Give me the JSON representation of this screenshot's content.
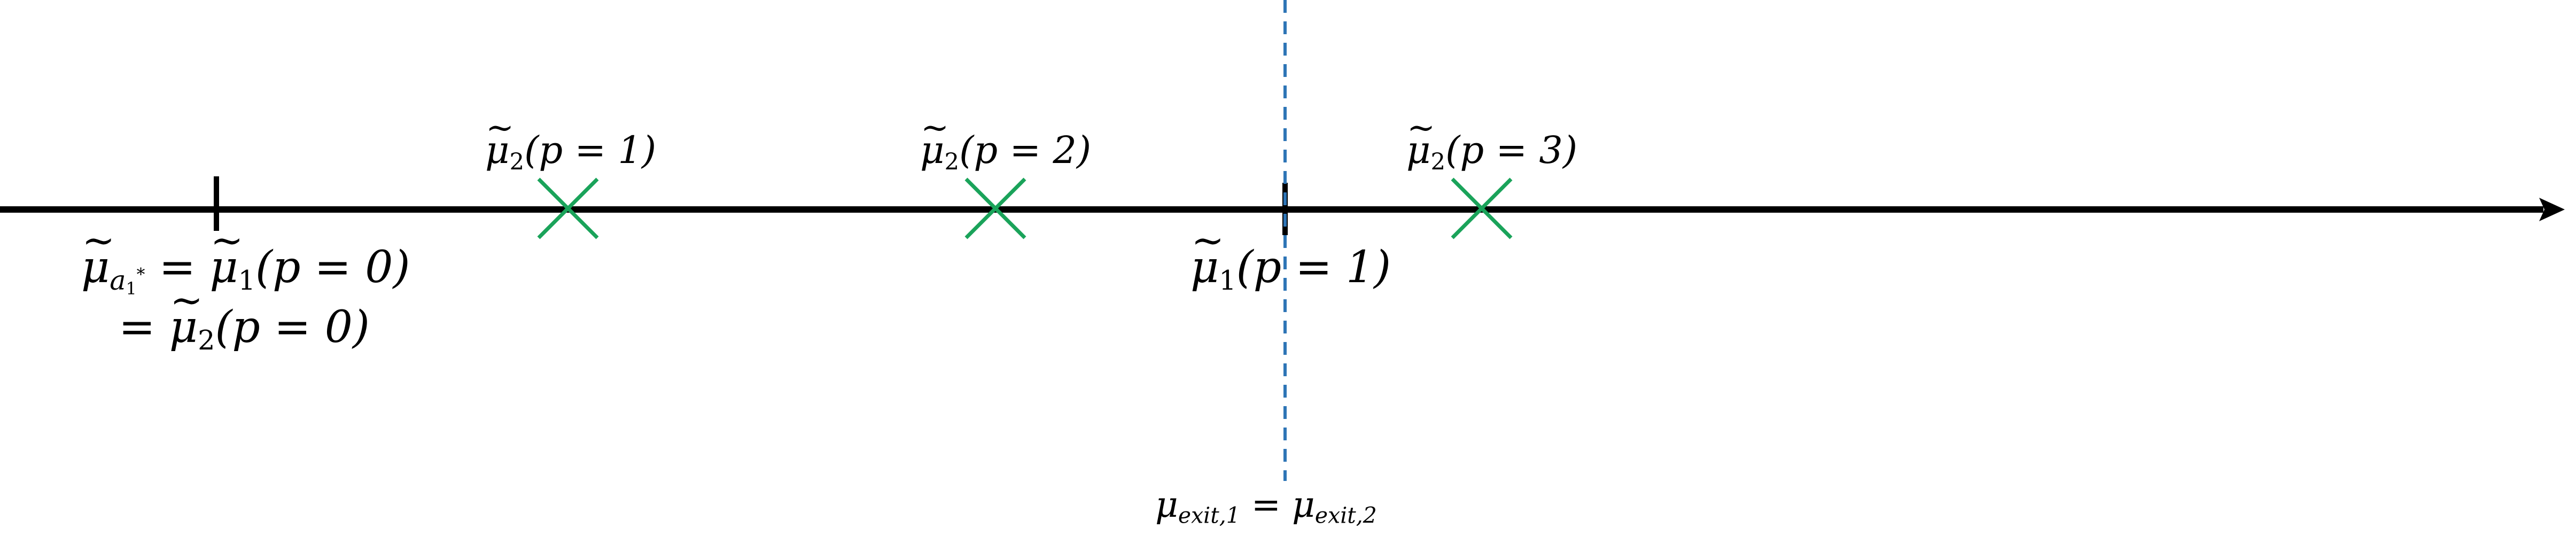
{
  "diagram": {
    "axis_color": "#000000",
    "marker_color": "#1aa35a",
    "exit_line_color": "#2e75b6",
    "labels": {
      "mu2_p1": {
        "sym": "μ",
        "sub": "2",
        "arg": "(p = 1)"
      },
      "mu2_p2": {
        "sym": "μ",
        "sub": "2",
        "arg": "(p = 2)"
      },
      "mu2_p3": {
        "sym": "μ",
        "sub": "2",
        "arg": "(p = 3)"
      },
      "mu_astar": {
        "sym": "μ",
        "sub": "a",
        "sub_sub": "1",
        "sub_sup": "*",
        "eq": "=",
        "sym2": "μ",
        "sub2": "1",
        "arg2": "(p = 0)"
      },
      "mu2_p0_line": {
        "eq": "=",
        "sym": "μ",
        "sub": "2",
        "arg": "(p = 0)"
      },
      "mu1_p1": {
        "sym": "μ",
        "sub": "1",
        "arg": "(p = 1)"
      },
      "mu_exit": {
        "sym1": "μ",
        "sub1": "exit,1",
        "eq": "=",
        "sym2": "μ",
        "sub2": "exit,2"
      }
    }
  }
}
